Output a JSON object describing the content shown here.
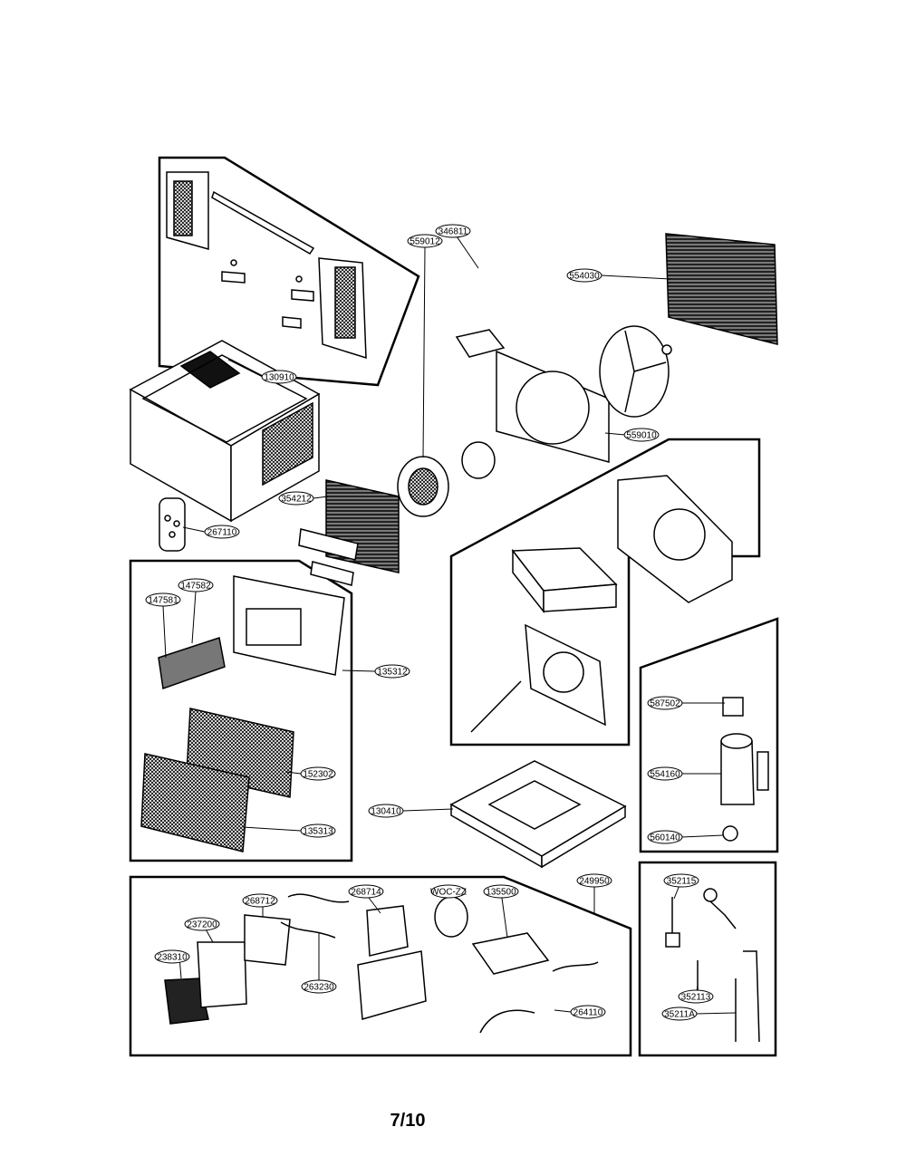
{
  "parts": {
    "p554030": "554030",
    "p130910": "130910",
    "p346811": "346811",
    "p559012": "559012",
    "p559010": "559010",
    "p354212": "354212",
    "p267110": "267110",
    "p147582": "147582",
    "p147581": "147581",
    "p135312": "135312",
    "p587502": "587502",
    "p554160": "554160",
    "p560140": "560140",
    "p152302": "152302",
    "p130410": "130410",
    "p135313": "135313",
    "p249950": "249950",
    "p268714": "268714",
    "pWOCZZ": "WOC-ZZ",
    "p135500": "135500",
    "p268712": "268712",
    "p237200": "237200",
    "p238310": "238310",
    "p263230": "263230",
    "p264110": "264110",
    "p352115": "352115",
    "p352113": "352113",
    "p35211A": "35211A"
  },
  "page_number": "7/10"
}
